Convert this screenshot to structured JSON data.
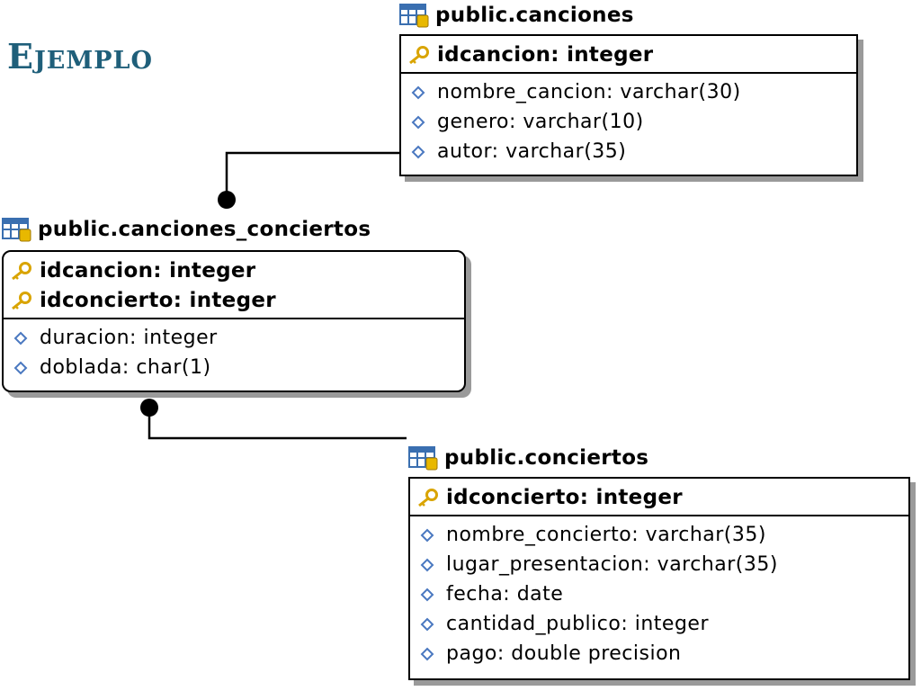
{
  "title": "Ejemplo",
  "tables": {
    "canciones": {
      "name": "public.canciones",
      "pk": [
        "idcancion: integer"
      ],
      "cols": [
        "nombre_cancion: varchar(30)",
        "genero: varchar(10)",
        "autor: varchar(35)"
      ]
    },
    "canciones_conciertos": {
      "name": "public.canciones_conciertos",
      "pk": [
        "idcancion: integer",
        "idconcierto: integer"
      ],
      "cols": [
        "duracion: integer",
        "doblada: char(1)"
      ]
    },
    "conciertos": {
      "name": "public.conciertos",
      "pk": [
        "idconcierto: integer"
      ],
      "cols": [
        "nombre_concierto: varchar(35)",
        "lugar_presentacion: varchar(35)",
        "fecha: date",
        "cantidad_publico: integer",
        "pago: double precision"
      ]
    }
  },
  "icons": {
    "table": "database-table-icon",
    "primary_key": "key-icon",
    "column": "diamond-icon"
  },
  "colors": {
    "title": "#1f5f7a",
    "key": "#d9a400",
    "column_diamond": "#4a78c0",
    "table_icon_blue": "#3a6fb0"
  }
}
